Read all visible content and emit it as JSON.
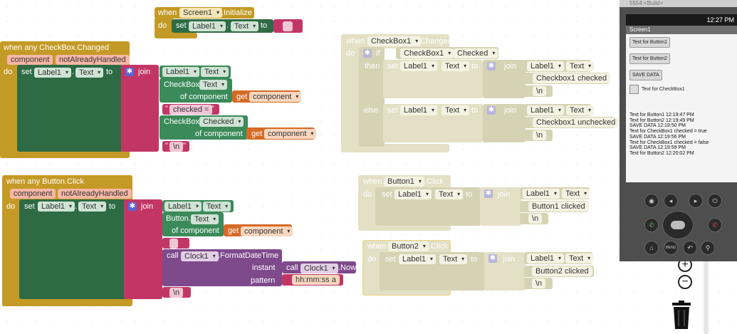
{
  "colors": {
    "event_gold": "#c49a26",
    "component_green": "#2e6b45",
    "text_pink": "#c23666",
    "getter_orange": "#d66a26",
    "call_purple": "#7e4a8c",
    "disabled_block": "#e3e0c6"
  },
  "screen_init": {
    "when": "when",
    "component": "Screen1",
    "event": ".Initialize",
    "do": "do",
    "set": "set",
    "target": "Label1",
    "dot": ".",
    "prop": "Text",
    "to": "to",
    "value": ""
  },
  "checkbox_any": {
    "header": "when any CheckBox.Changed",
    "param1": "component",
    "param2": "notAlreadyHandled",
    "do": "do",
    "set": "set",
    "target": "Label1",
    "dot": ".",
    "prop": "Text",
    "to": "to",
    "join": "join",
    "j1_comp": "Label1",
    "j1_prop": "Text",
    "j2_comp": "CheckBox.",
    "j2_prop": "Text",
    "of_component": "of component",
    "get": "get",
    "get_var": "component",
    "j3_text": "checked = ",
    "j4_comp": "CheckBox.",
    "j4_prop": "Checked",
    "j5_text": "\\n",
    "quote_open": "\"",
    "quote_close": "\""
  },
  "button_any": {
    "header": "when any Button.Click",
    "param1": "component",
    "param2": "notAlreadyHandled",
    "do": "do",
    "set": "set",
    "target": "Label1",
    "dot": ".",
    "prop": "Text",
    "to": "to",
    "join": "join",
    "j1_comp": "Label1",
    "j1_prop": "Text",
    "j2_comp": "Button.",
    "j2_prop": "Text",
    "of_component": "of component",
    "get": "get",
    "get_var": "component",
    "j3_text": "",
    "call": "call",
    "clock": "Clock1",
    "method": ".FormatDateTime",
    "instant": "instant",
    "call2": "call",
    "clock2": "Clock1",
    "now": ".Now",
    "pattern": "pattern",
    "pattern_value": "hh:mm:ss a",
    "j5_text": "\\n"
  },
  "cb1_changed": {
    "when": "when",
    "component": "CheckBox1",
    "event": ".Changed",
    "do": "do",
    "if": "if",
    "cond_comp": "CheckBox1",
    "cond_prop": "Checked",
    "then": "then",
    "else": "else",
    "set": "set",
    "target": "Label1",
    "prop": "Text",
    "to": "to",
    "join": "join",
    "then_text": "Checkbox1 checked",
    "else_text": "Checkbox1 unchecked",
    "nl": "\\n"
  },
  "btn1_click": {
    "when": "when",
    "component": "Button1",
    "event": ".Click",
    "do": "do",
    "set": "set",
    "target": "Label1",
    "prop": "Text",
    "to": "to",
    "join": "join",
    "text": "Button1 clicked",
    "nl": "\\n"
  },
  "btn2_click": {
    "when": "when",
    "component": "Button2",
    "event": ".Click",
    "do": "do",
    "set": "set",
    "target": "Label1",
    "prop": "Text",
    "to": "to",
    "join": "join",
    "text": "Button2 clicked",
    "nl": "\\n"
  },
  "emulator": {
    "title": "5554:<Build>",
    "time": "12:27 PM",
    "app_title": "Screen1",
    "button1": "Text for Button1",
    "button2": "Text for Button2",
    "save": "SAVE DATA",
    "checkbox": "Text for CheckBox1",
    "log": [
      "Text for Button1  12:19:47 PM",
      "Text for Button2  12:19:49 PM",
      "SAVE DATA  12:19:50 PM",
      "Text for CheckBox1 checked = true",
      "SAVE DATA  12:19:56 PM",
      "Text for CheckBox1 checked = false",
      "SAVE DATA  12:19:59 PM",
      "Text for Button2  12:20:02 PM"
    ],
    "menu_label": "MENU"
  },
  "zoom": {
    "in": "+",
    "out": "−"
  },
  "icons": [
    "gear-icon",
    "trash-icon",
    "zoom-in-icon",
    "zoom-out-icon",
    "camera-icon",
    "volume-down-icon",
    "volume-up-icon",
    "power-icon",
    "call-icon",
    "end-call-icon",
    "home-icon",
    "back-icon",
    "search-icon",
    "dpad-icon"
  ]
}
